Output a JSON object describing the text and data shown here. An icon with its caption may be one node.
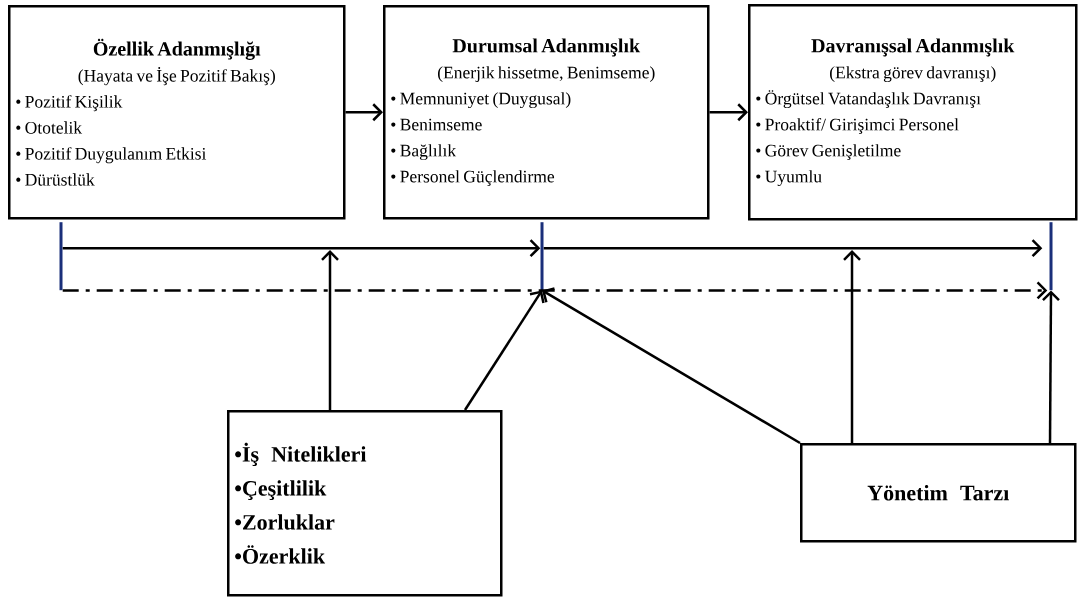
{
  "diagram": {
    "nodes": [
      {
        "text": [
          "Özellik Adanmışlığı",
          "(Hayata ve İşe Pozitif Bakış)",
          "• Pozitif Kişilik",
          "• Ototelik",
          "• Pozitif Duygulanım Etkisi",
          "• Dürüstlük"
        ]
      },
      {
        "text": [
          "Durumsal Adanmışlık",
          "(Enerjik hissetme, Benimseme)",
          "• Memnuniyet (Duygusal)",
          "• Benimseme",
          "• Bağlılık",
          "• Personel Güçlendirme"
        ]
      },
      {
        "text": [
          "Davranışsal Adanmışlık",
          "(Ekstra görev davranışı)",
          "• Örgütsel Vatandaşlık Davranışı",
          "• Proaktif/ Girişimci Personel",
          "• Görev Genişletilme",
          "• Uyumlu"
        ]
      },
      {
        "text": [
          "•İş Nitelikleri",
          "•Çeşitlilik",
          "•Zorluklar",
          "•Özerklik"
        ]
      },
      {
        "text": [
          "Yönetim Tarzı"
        ]
      },
      {
        "text": [],
        "shape": "bar"
      },
      {
        "text": [],
        "shape": "bar"
      },
      {
        "text": [],
        "shape": "bar"
      }
    ],
    "edges": [
      {
        "from": 0,
        "to": 1,
        "arrow": "to"
      },
      {
        "from": 1,
        "to": 2,
        "arrow": "to"
      },
      {
        "from": 5,
        "to": 6,
        "arrow": "to"
      },
      {
        "from": 6,
        "to": 7,
        "arrow": "to"
      },
      {
        "from": 5,
        "to": 7,
        "arrow": "to",
        "style": "dashed"
      },
      {
        "from": 3,
        "to": null,
        "arrow": "to"
      },
      {
        "from": 3,
        "to": 6,
        "arrow": "to"
      },
      {
        "from": 4,
        "to": 6,
        "arrow": "to"
      },
      {
        "from": 4,
        "to": null,
        "arrow": "to"
      },
      {
        "from": 4,
        "to": 7,
        "arrow": "to"
      }
    ]
  }
}
